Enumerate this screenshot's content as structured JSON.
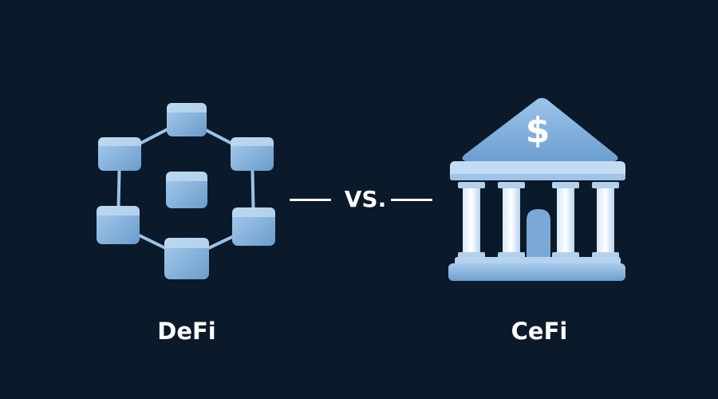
{
  "left_item": {
    "label": "DeFi",
    "icon": "blockchain-network-icon"
  },
  "separator": {
    "text": "VS."
  },
  "right_item": {
    "label": "CeFi",
    "icon": "bank-building-icon",
    "symbol": "$"
  },
  "colors": {
    "background": "#0a1a2a",
    "icon_fill": "#8ab9e2",
    "icon_light": "#c9e0f4",
    "icon_dark": "#5f93c4",
    "text": "#ffffff"
  }
}
